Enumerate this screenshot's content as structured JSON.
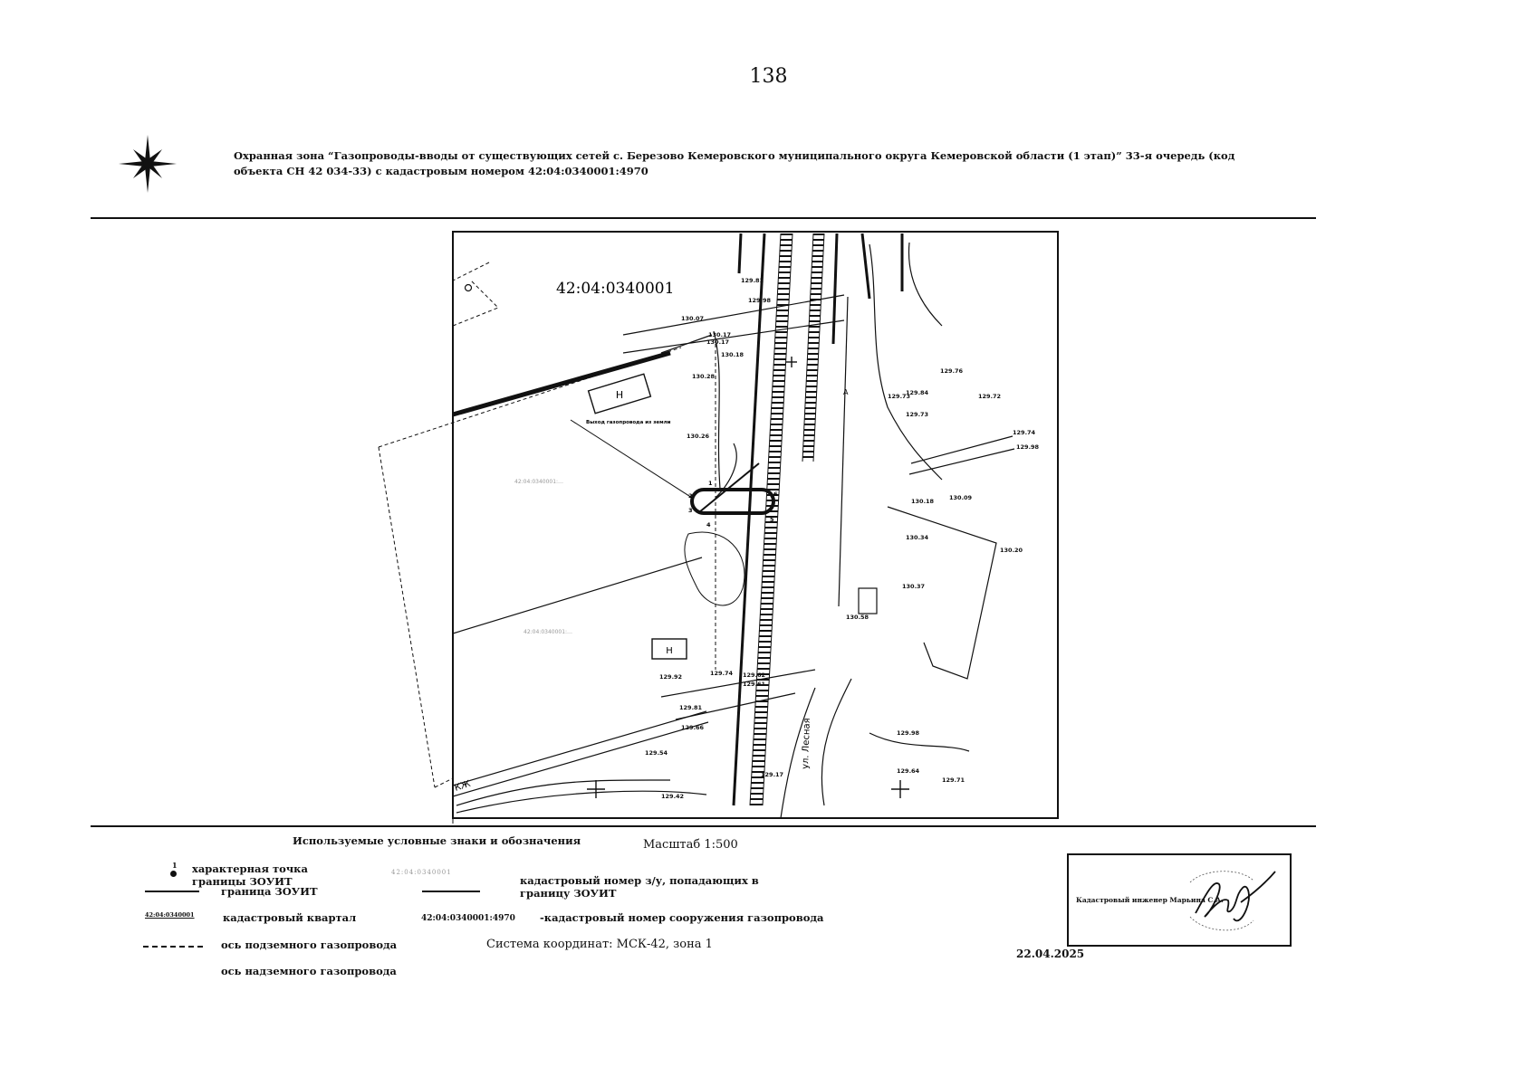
{
  "page_number": "138",
  "title": "Охранная зона “Газопроводы-вводы от существующих сетей с. Березово Кемеровского муниципального округа Кемеровской области (1 этап)” 33-я очередь (код объекта СН 42 034-33) с кадастровым номером 42:04:0340001:4970",
  "map": {
    "quarter_label": "42:04:0340001",
    "street_label": "ул. Лесная",
    "corner_label": "КЖ",
    "outlet_callout": "Выход газопровода из земли",
    "building_labels": [
      "Н",
      "Н"
    ],
    "symbol_a": "А",
    "elevations": [
      "129.81",
      "129.98",
      "130.07",
      "130.17",
      "130.17",
      "130.18",
      "130.28",
      "130.26",
      "129.73",
      "129.76",
      "129.84",
      "129.72",
      "129.73",
      "129.74",
      "129.98",
      "130.09",
      "130.18",
      "130.37",
      "130.34",
      "130.20",
      "130.58",
      "129.92",
      "129.74",
      "129.62",
      "129.61",
      "129.81",
      "129.66",
      "129.54",
      "129.17",
      "129.42",
      "129.98",
      "129.64",
      "129.71"
    ],
    "zone_points": [
      "1",
      "2",
      "3",
      "4",
      "5",
      "6"
    ],
    "faint_labels": [
      "42:04:0340001:…",
      "42:04:0340001:…"
    ]
  },
  "legend": {
    "heading": "Используемые условные знаки и обозначения",
    "scale": "Масштаб 1:500",
    "point_number": "1",
    "items": {
      "boundary_point": "характерная точка границы ЗОУИТ",
      "zone_boundary": "граница ЗОУИТ",
      "quarter_sample": "42:04:0340001",
      "quarter": "кадастровый квартал",
      "parcel_number": "кадастровый номер з/у, попадающих в границу ЗОУИТ",
      "structure_sample": "42:04:0340001:4970",
      "structure_number": "-кадастровый номер сооружения газопровода",
      "underground_axis": "ось подземного газопровода",
      "aboveground_axis": "ось надземного газопровода"
    },
    "coord_system": "Система координат: МСК-42, зона 1"
  },
  "stamp": {
    "text": "Кадастровый инженер Марьина С.А."
  },
  "date": "22.04.2025"
}
